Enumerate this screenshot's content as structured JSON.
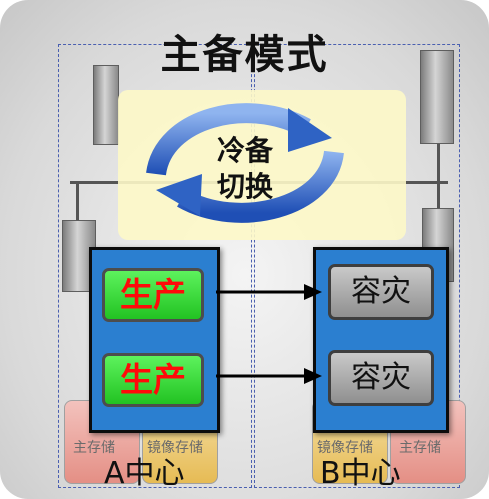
{
  "title": "主备模式",
  "center_label_line1": "冷备",
  "center_label_line2": "切换",
  "site_a": {
    "name": "A中心",
    "boxes": [
      "生产",
      "生产"
    ],
    "storage": [
      "主存储",
      "镜像存储"
    ]
  },
  "site_b": {
    "name": "B中心",
    "boxes": [
      "容灾",
      "容灾"
    ],
    "storage": [
      "镜像存储",
      "主存储"
    ]
  },
  "colors": {
    "panel_blue": "#2b7fd0",
    "production_green": "#33d433",
    "production_text": "#ff0a0a",
    "dr_gray": "#a9a9a9",
    "cycle_arrow": "#2f63c4",
    "highlight_yellow": "#fdf8c8"
  }
}
